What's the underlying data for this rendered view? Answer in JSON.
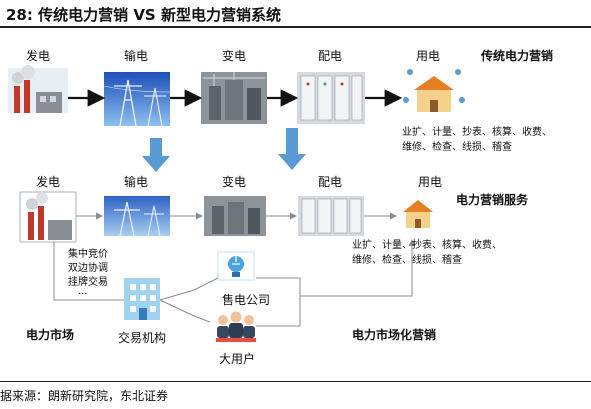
{
  "title": "28: 传统电力营销 VS 新型电力营销系统",
  "top_row": {
    "stages": [
      "发电",
      "输电",
      "变电",
      "配电",
      "用电"
    ],
    "heading": "传统电力营销",
    "services_line1": "业扩、计量、抄表、核算、收费、",
    "services_line2": "维修、检查、线损、稽查"
  },
  "bottom_row": {
    "stages": [
      "发电",
      "输电",
      "变电",
      "配电",
      "用电"
    ],
    "heading": "电力营销服务",
    "services_line1": "业扩、计量、抄表、核算、收费、",
    "services_line2": "维修、检查、线损、稽查",
    "trade_notes": [
      "集中竞价",
      "双边协调",
      "挂牌交易",
      "···"
    ],
    "exchange_label": "交易机构",
    "retailer_label": "售电公司",
    "large_user_label": "大用户",
    "market_label": "电力市场",
    "marketized_label": "电力市场化营销"
  },
  "source": "据来源：朗新研究院，东北证券",
  "colors": {
    "arrow_blue": "#5b9bd5",
    "arrow_dark": "#111111",
    "connector": "#8c8c8c"
  }
}
